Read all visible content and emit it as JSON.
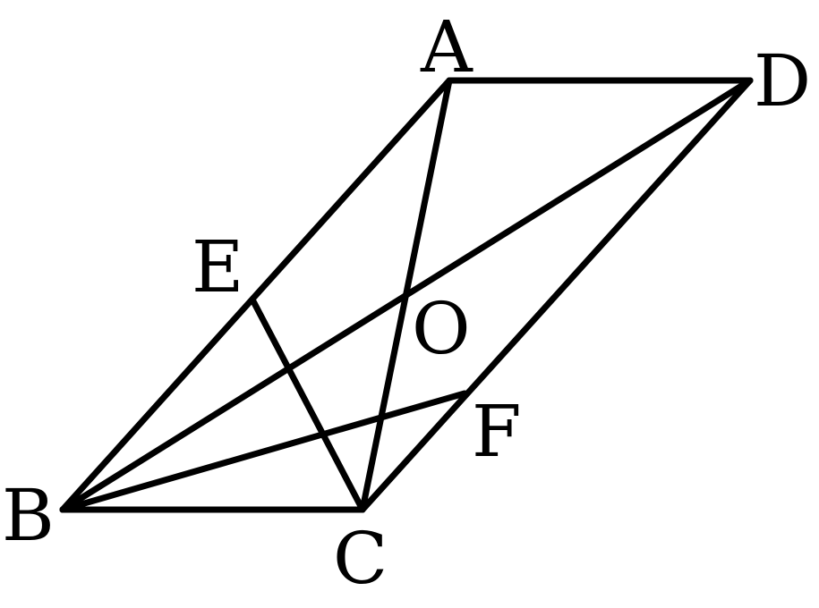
{
  "diagram": {
    "labels": {
      "A": "A",
      "B": "B",
      "C": "C",
      "D": "D",
      "E": "E",
      "F": "F",
      "O": "O"
    },
    "colors": {
      "stroke": "#000000",
      "background": "#ffffff"
    }
  }
}
